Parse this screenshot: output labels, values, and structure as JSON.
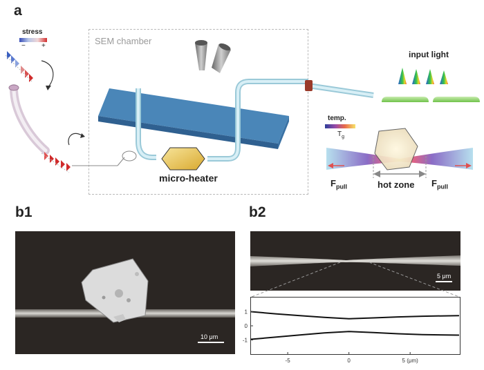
{
  "panel_a": {
    "label": "a",
    "stress": {
      "title": "stress",
      "minus": "−",
      "plus": "+"
    },
    "sem_chamber": "SEM chamber",
    "micro_heater": "micro-heater",
    "input_light": "input light",
    "temp": {
      "title": "temp.",
      "tg": "T",
      "tg_sub": "g"
    },
    "f_pull_left": {
      "main": "F",
      "sub": "pull"
    },
    "f_pull_right": {
      "main": "F",
      "sub": "pull"
    },
    "hot_zone": "hot zone"
  },
  "panel_b1": {
    "label": "b1",
    "scalebar": "10 μm"
  },
  "panel_b2": {
    "label": "b2",
    "scalebar": "5 μm"
  },
  "chart_data": {
    "type": "line",
    "title": "",
    "xlabel": "",
    "ylabel": "",
    "x_unit_label": "(μm)",
    "xlim": [
      -8,
      9
    ],
    "ylim": [
      -2,
      2
    ],
    "xticks": [
      -5,
      0,
      5
    ],
    "yticks": [
      1,
      0,
      -1
    ],
    "series": [
      {
        "x": [
          -8,
          -6,
          -4,
          -2,
          0,
          2,
          4,
          6,
          9
        ],
        "y": [
          1.0,
          0.85,
          0.72,
          0.6,
          0.5,
          0.56,
          0.63,
          0.68,
          0.72
        ]
      },
      {
        "x": [
          -8,
          -6,
          -4,
          -2,
          0,
          2,
          4,
          6,
          9
        ],
        "y": [
          -0.95,
          -0.8,
          -0.65,
          -0.5,
          -0.4,
          -0.48,
          -0.56,
          -0.62,
          -0.66
        ]
      }
    ]
  },
  "colors": {
    "slab": "#4a86b8",
    "fiber": "#bfe6f0",
    "heater": "#e8c34a",
    "stress_blue": "#3a5fc0",
    "stress_red": "#d02a2a",
    "pull_arrow": "#e05050",
    "micrograph_bg": "#2b2623"
  }
}
